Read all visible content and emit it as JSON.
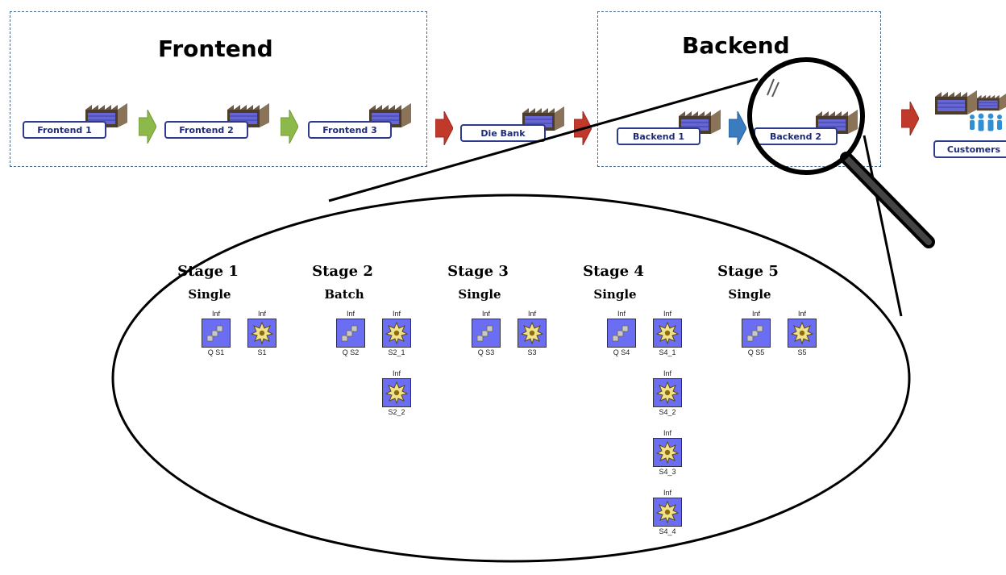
{
  "groups": {
    "frontend": "Frontend",
    "backend": "Backend"
  },
  "nodes": {
    "frontend1": "Frontend 1",
    "frontend2": "Frontend 2",
    "frontend3": "Frontend 3",
    "diebank": "Die Bank",
    "backend1": "Backend 1",
    "backend2": "Backend 2",
    "customers": "Customers"
  },
  "stages": [
    {
      "title": "Stage 1",
      "mode": "Single",
      "queue": {
        "cap": "Inf",
        "name": "Q S1"
      },
      "servers": [
        {
          "cap": "Inf",
          "name": "S1"
        }
      ]
    },
    {
      "title": "Stage 2",
      "mode": "Batch",
      "queue": {
        "cap": "Inf",
        "name": "Q S2"
      },
      "servers": [
        {
          "cap": "Inf",
          "name": "S2_1"
        },
        {
          "cap": "Inf",
          "name": "S2_2"
        }
      ]
    },
    {
      "title": "Stage 3",
      "mode": "Single",
      "queue": {
        "cap": "Inf",
        "name": "Q S3"
      },
      "servers": [
        {
          "cap": "Inf",
          "name": "S3"
        }
      ]
    },
    {
      "title": "Stage 4",
      "mode": "Single",
      "queue": {
        "cap": "Inf",
        "name": "Q S4"
      },
      "servers": [
        {
          "cap": "Inf",
          "name": "S4_1"
        },
        {
          "cap": "Inf",
          "name": "S4_2"
        },
        {
          "cap": "Inf",
          "name": "S4_3"
        },
        {
          "cap": "Inf",
          "name": "S4_4"
        }
      ]
    },
    {
      "title": "Stage 5",
      "mode": "Single",
      "queue": {
        "cap": "Inf",
        "name": "Q S5"
      },
      "servers": [
        {
          "cap": "Inf",
          "name": "S5"
        }
      ]
    }
  ],
  "colors": {
    "flow_green": "#8db84a",
    "flow_red": "#c0392b",
    "flow_blue": "#3b7bbf",
    "tile": "#6b6df2",
    "label_border": "#2e3a8c"
  }
}
